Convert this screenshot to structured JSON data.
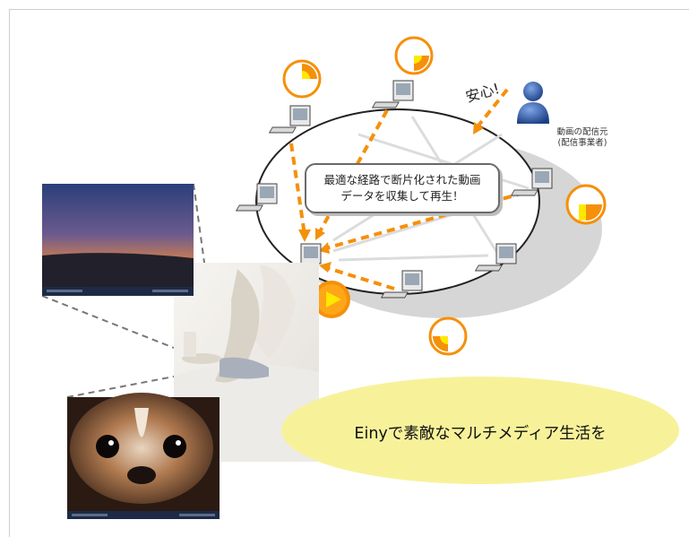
{
  "diagram": {
    "callout_line1": "最適な経路で断片化された動画",
    "callout_line2": "データを収集して再生！",
    "anshin": "安心!",
    "source_label_line1": "動画の配信元",
    "source_label_line2": "(配信事業者)",
    "slogan": "Einyで素敵なマルチメディア生活を",
    "colors": {
      "accent_orange": "#f5900a",
      "fragment_yellow": "#ffe800",
      "ellipse_yellow": "#f7f29a",
      "user_blue": "#2f5aa8"
    },
    "icons": [
      "pc-node-icon",
      "user-icon",
      "play-icon",
      "pie-fragment-icon"
    ]
  }
}
